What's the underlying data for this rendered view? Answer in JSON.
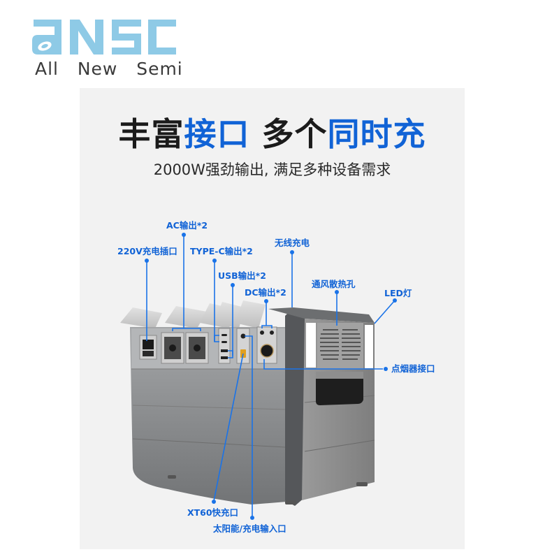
{
  "brand": {
    "logo_text": "aNSC",
    "tagline": "All   New   Semi",
    "logo_color": "#8ecae6",
    "tagline_color": "#3a3a3a"
  },
  "headline": {
    "part1": "丰富",
    "part2": "接口",
    "part3": " 多个",
    "part4": "同时充",
    "accent_color": "#1163d6",
    "dark_color": "#1b1b1b"
  },
  "subheadline": "2000W强劲输出, 满足多种设备需求",
  "callouts": {
    "ac_output": "AC输出*2",
    "charge_socket_220v": "220V充电插口",
    "type_c_output": "TYPE-C输出*2",
    "wireless_charging": "无线充电",
    "usb_output": "USB输出*2",
    "dc_output": "DC输出*2",
    "ventilation": "通风散热孔",
    "led_light": "LED灯",
    "cigarette_lighter": "点烟器接口",
    "xt60_fast_charge": "XT60快充口",
    "solar_charge_input": "太阳能/充电输入口"
  },
  "colors": {
    "panel_bg": "#f2f2f2",
    "callout_blue": "#1163d6",
    "device_body": "#8a8a8a",
    "device_dark": "#4a4a4a"
  }
}
